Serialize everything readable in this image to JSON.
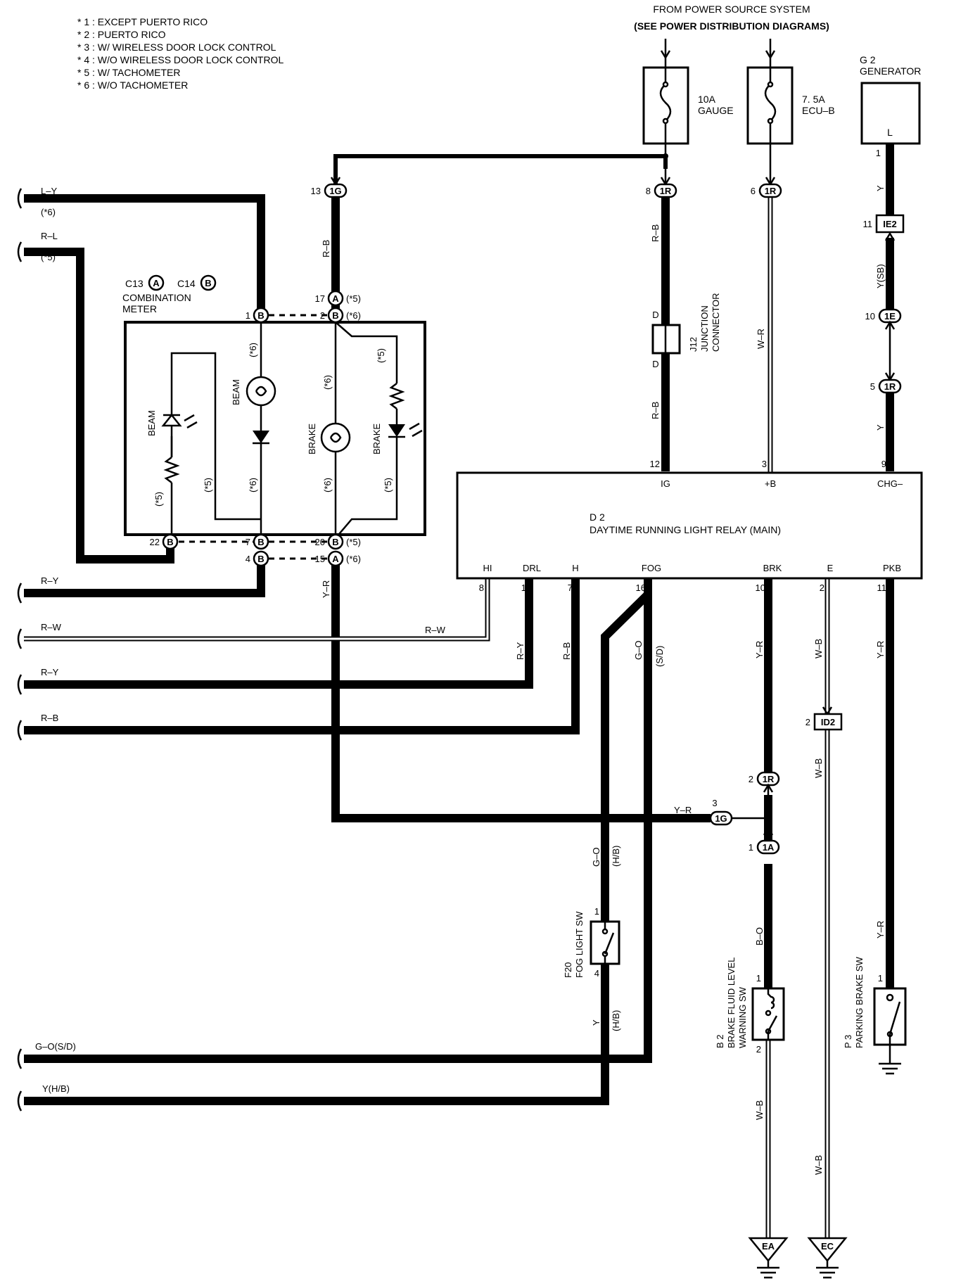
{
  "notes": [
    "* 1 : EXCEPT PUERTO RICO",
    "* 2 : PUERTO RICO",
    "* 3 : W/ WIRELESS DOOR LOCK CONTROL",
    "* 4 : W/O WIRELESS DOOR LOCK CONTROL",
    "* 5 : W/ TACHOMETER",
    "* 6 : W/O TACHOMETER"
  ],
  "power_source": {
    "line1": "FROM POWER SOURCE SYSTEM",
    "line2": "(SEE POWER DISTRIBUTION DIAGRAMS)"
  },
  "fuses": {
    "gauge": {
      "rating": "10A",
      "name": "GAUGE"
    },
    "ecub": {
      "rating": "7. 5A",
      "name": "ECU–B"
    }
  },
  "generator": {
    "ref": "G 2",
    "name": "GENERATOR",
    "terminal": "L"
  },
  "meter": {
    "ref_a": "C13",
    "ref_b": "C14",
    "line1": "COMBINATION",
    "line2": "METER",
    "beam": "BEAM",
    "brake": "BRAKE"
  },
  "relay": {
    "ref": "D 2",
    "name": "DAYTIME RUNNING LIGHT RELAY (MAIN)",
    "top_terms": [
      "IG",
      "+B",
      "CHG–"
    ],
    "bottom_terms": [
      "HI",
      "DRL",
      "H",
      "FOG",
      "BRK",
      "E",
      "PKB"
    ]
  },
  "junction": {
    "ref": "J12",
    "line1": "JUNCTION",
    "line2": "CONNECTOR",
    "pin": "D"
  },
  "connectors": {
    "1G": "1G",
    "1R": "1R",
    "IE2": "IE2",
    "1E": "1E",
    "1A": "1A",
    "ID2": "ID2",
    "A": "A",
    "B": "B",
    "EA": "EA",
    "EC": "EC"
  },
  "components": {
    "fog_sw": {
      "ref": "F20",
      "name": "FOG LIGHT SW"
    },
    "brake_fluid": {
      "ref": "B 2",
      "line1": "BRAKE FLUID LEVEL",
      "line2": "WARNING SW"
    },
    "parking": {
      "ref": "P 3",
      "name": "PARKING BRAKE SW"
    }
  },
  "left_wires": {
    "ly": "L–Y",
    "rl": "R–L",
    "ry1": "R–Y",
    "rw": "R–W",
    "ry2": "R–Y",
    "rb": "R–B",
    "go": "G–O(S/D)",
    "yhb": "Y(H/B)",
    "n6": "(*6)",
    "n5": "(*5)"
  },
  "wire_labels": {
    "rb": "R–B",
    "wr": "W–R",
    "y": "Y",
    "ysb": "Y(SB)",
    "yr": "Y–R",
    "ry": "R–Y",
    "go": "G–O",
    "sd": "(S/D)",
    "hb": "(H/B)",
    "wb": "W–B",
    "bo": "B–O",
    "rw": "R–W",
    "s5": "(*5)",
    "s6": "(*6)"
  },
  "pins": {
    "p1": "1",
    "p2": "2",
    "p3": "3",
    "p4": "4",
    "p5": "5",
    "p6": "6",
    "p7": "7",
    "p8": "8",
    "p9": "9",
    "p10": "10",
    "p11": "11",
    "p12": "12",
    "p13": "13",
    "p15": "15",
    "p16": "16",
    "p17": "17",
    "p20": "20",
    "p22": "22"
  }
}
